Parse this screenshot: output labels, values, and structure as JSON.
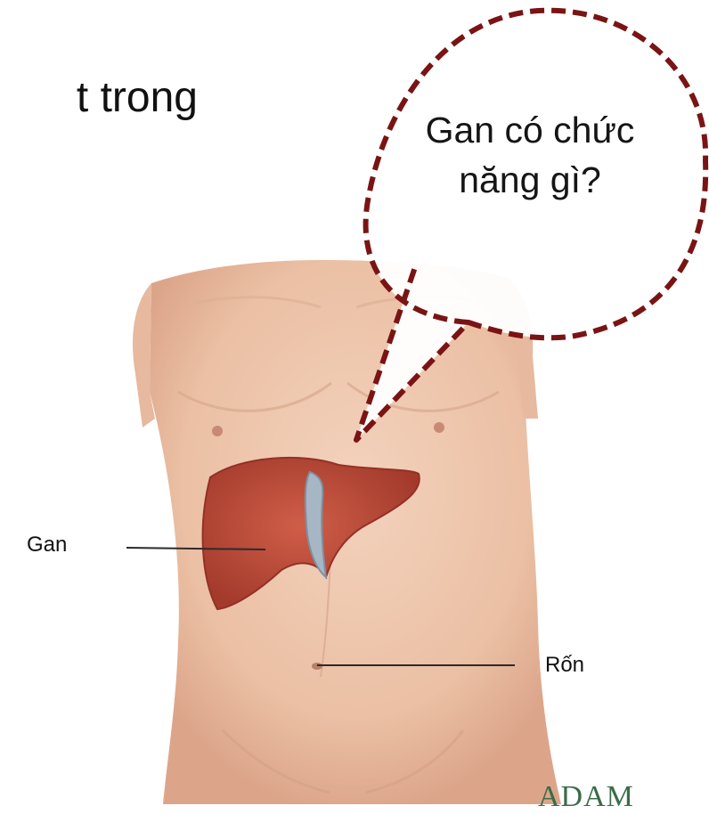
{
  "heading": {
    "text": "t trong"
  },
  "bubble": {
    "text": "Gan có chức năng gì?"
  },
  "labels": {
    "liver": "Gan",
    "navel": "Rốn"
  },
  "watermark": {
    "text": "ADAM"
  },
  "colors": {
    "bubble_border": "#7a1414",
    "skin": "#ecc3a9",
    "liver": "#b94a38",
    "gallbladder": "#9fb0bf"
  }
}
